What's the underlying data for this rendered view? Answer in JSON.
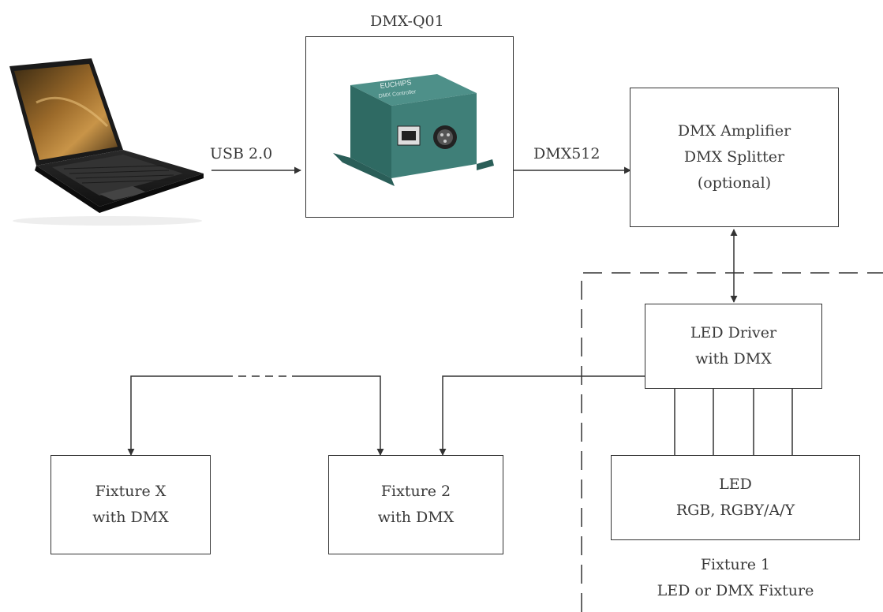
{
  "controller": {
    "title": "DMX-Q01",
    "brand": "EUCHIPS",
    "model_text": "DMX Controller"
  },
  "links": {
    "usb": "USB 2.0",
    "dmx": "DMX512"
  },
  "amplifier": {
    "lines": [
      "DMX Amplifier",
      "DMX Splitter",
      "(optional)"
    ]
  },
  "driver": {
    "lines": [
      "LED Driver",
      "with DMX"
    ]
  },
  "led": {
    "lines": [
      "LED",
      "RGB, RGBY/A/Y"
    ]
  },
  "fixture1": {
    "lines": [
      "Fixture 1",
      "LED or DMX Fixture"
    ]
  },
  "fixture2": {
    "lines": [
      "Fixture 2",
      "with DMX"
    ]
  },
  "fixtureX": {
    "lines": [
      "Fixture X",
      "with DMX"
    ]
  },
  "colors": {
    "line": "#333333",
    "device_body": "#3f7f78",
    "laptop_screen": "#8a5a22"
  }
}
